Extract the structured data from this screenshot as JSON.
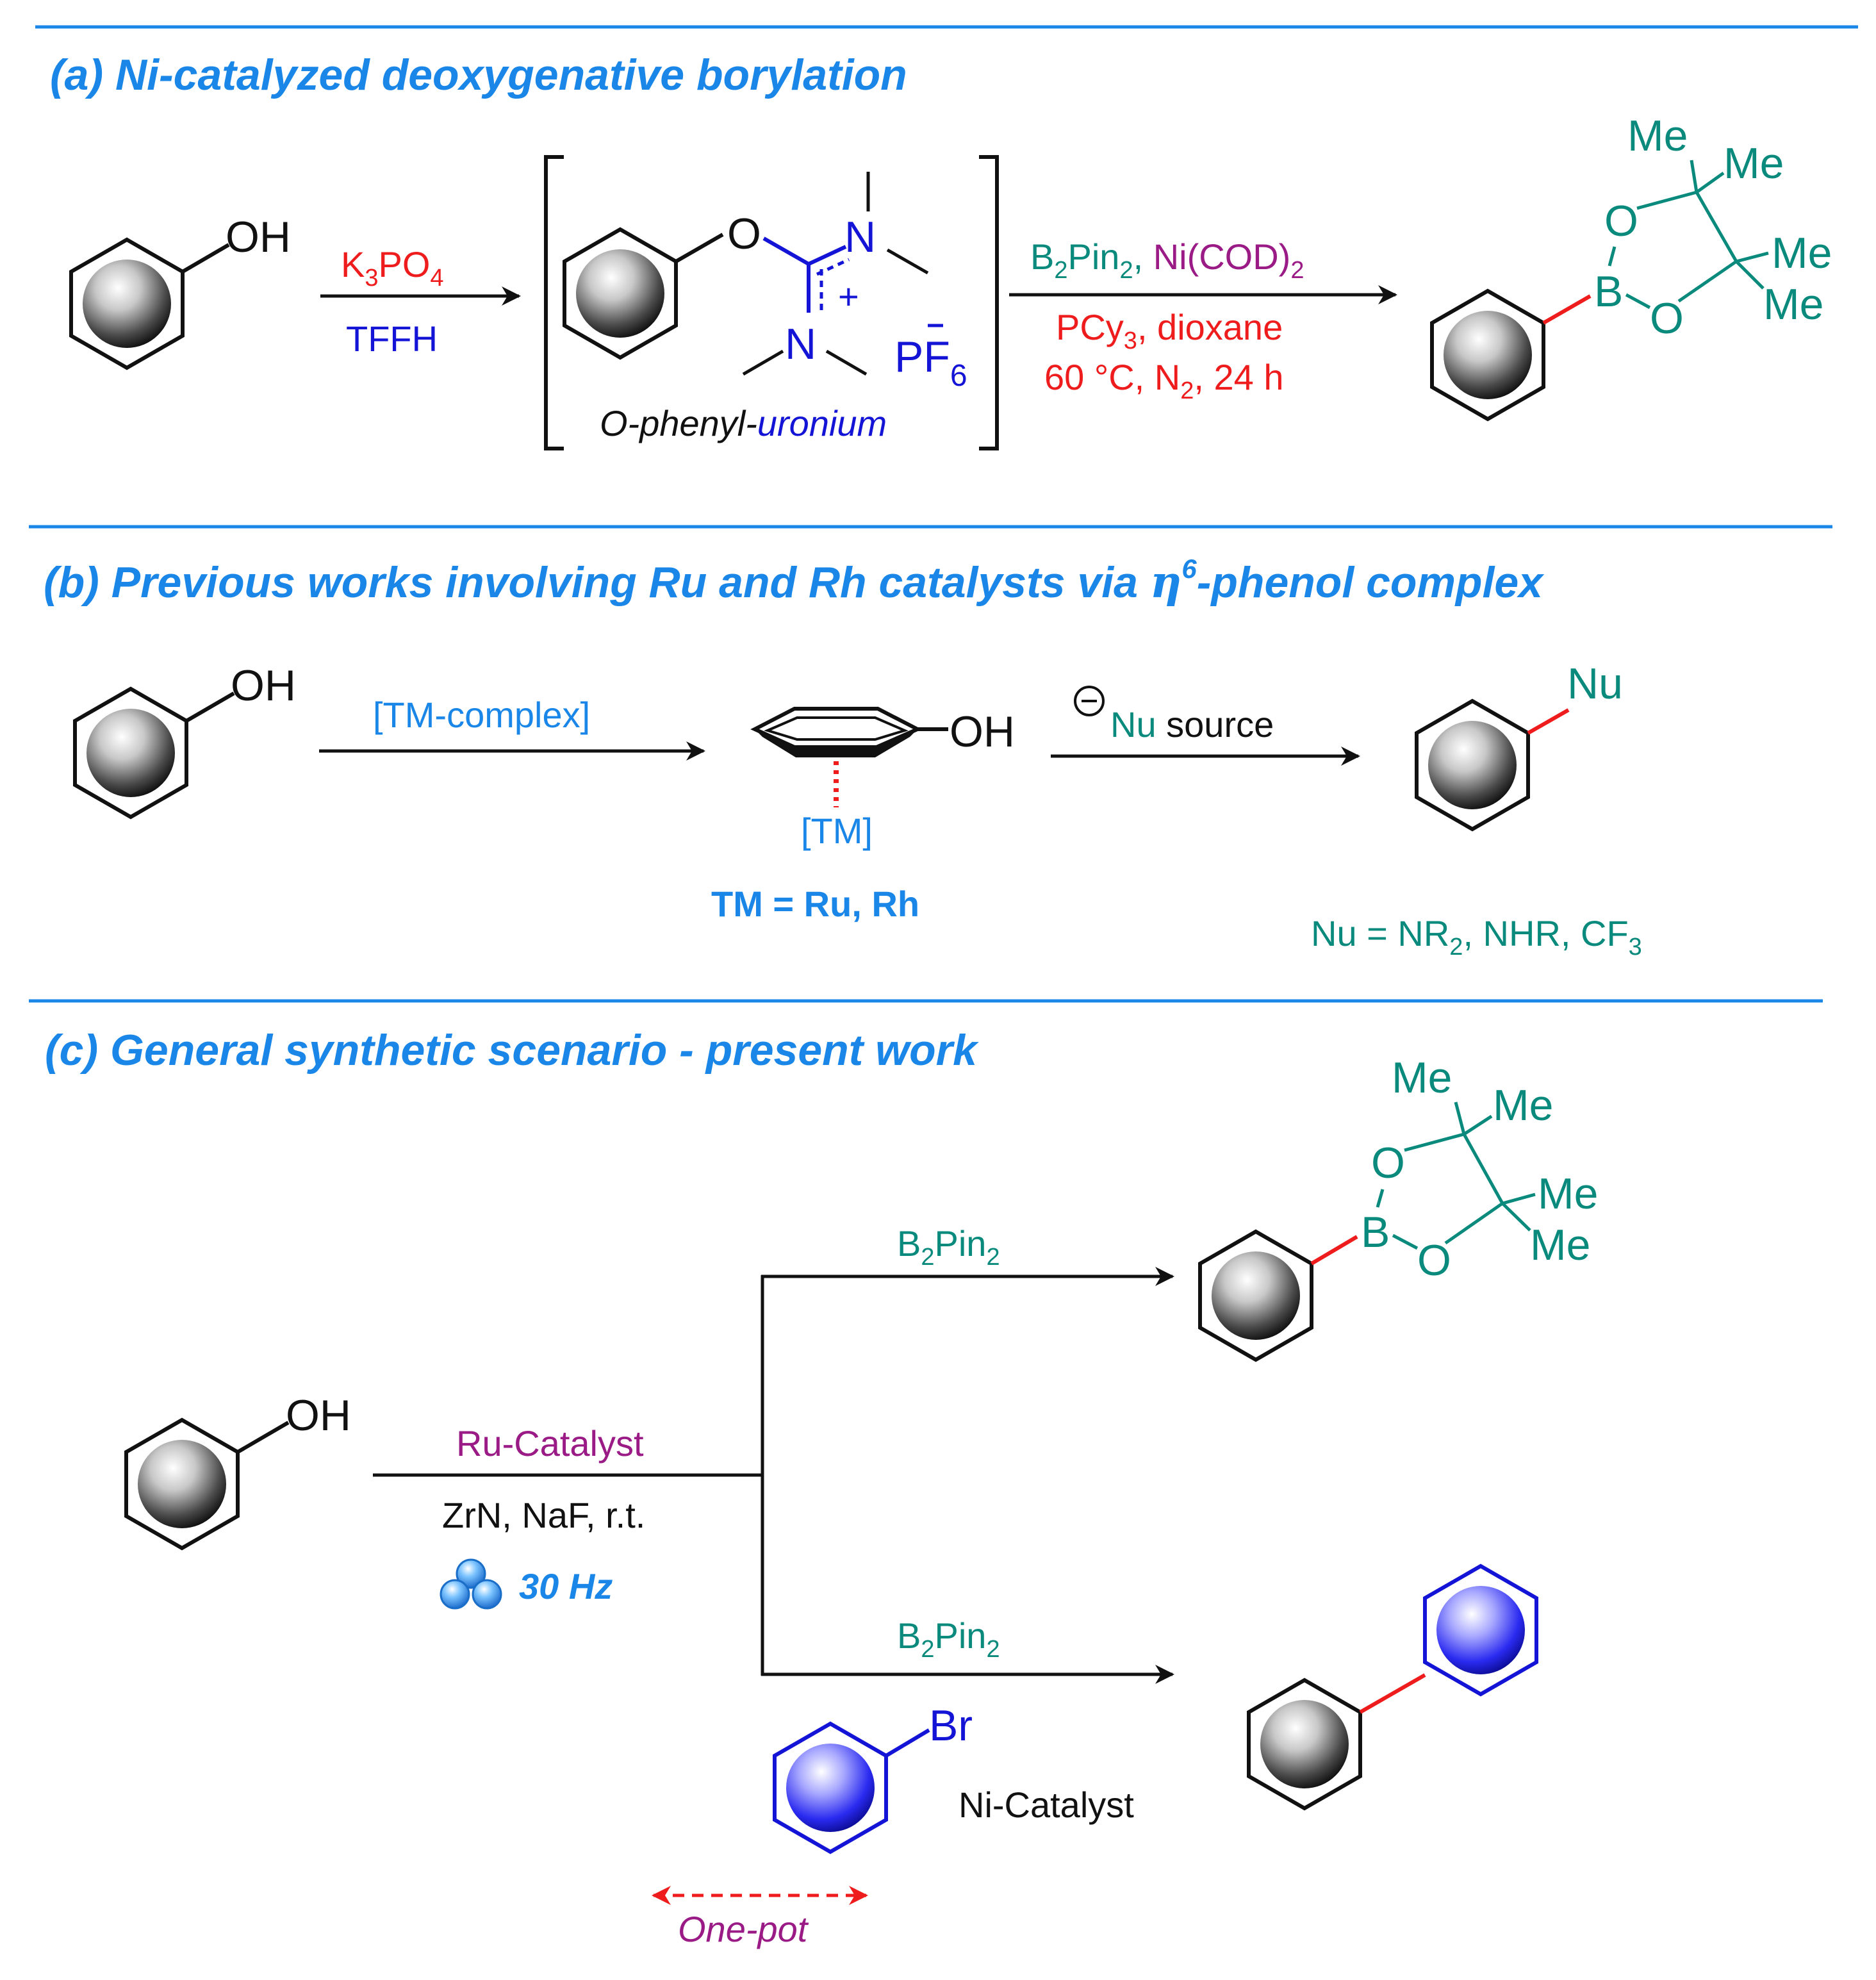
{
  "colors": {
    "header": "#1a87e8",
    "divider": "#1a87e8",
    "teal": "#0a8a7c",
    "red": "#ee1c1c",
    "blue": "#1414d6",
    "purple": "#9a1a86",
    "black": "#111111"
  },
  "section_a": {
    "heading": "(a) Ni-catalyzed deoxygenative borylation",
    "oh": "OH",
    "step1_reagent": "K3PO4",
    "step1_solvent": "TFFH",
    "int_o": "O",
    "int_n": "N",
    "int_plus": "+",
    "counterion": "PF6",
    "intermediate_prefix": "O-phenyl-",
    "intermediate_suffix": "uronium",
    "step2_reagents_a": "B2Pin2,",
    "step2_reagents_b": "Ni(COD)2",
    "step2_cond1": "PCy3, dioxane",
    "step2_cond2": "60 °C, N2, 24 h",
    "bpin": {
      "o": "O",
      "b": "B",
      "me": "Me"
    }
  },
  "section_b": {
    "heading": "(b) Previous works involving Ru and Rh catalysts via η6-phenol complex",
    "oh": "OH",
    "reagent": "[TM-complex]",
    "tm": "[TM]",
    "tm_def": "TM = Ru, Rh",
    "nu_source": "Nu source",
    "nu": "Nu",
    "nu_def": "Nu = NR2, NHR, CF3"
  },
  "section_c": {
    "heading": "(c) General synthetic scenario - present work",
    "oh": "OH",
    "catalyst": "Ru-Catalyst",
    "conditions": "ZrN, NaF,  r.t.",
    "frequency": "30 Hz",
    "upper_reagent": "B2Pin2",
    "lower_reagent": "B2Pin2",
    "br": "Br",
    "ni_catalyst": "Ni-Catalyst",
    "one_pot": "One-pot",
    "bpin": {
      "o": "O",
      "b": "B",
      "me": "Me"
    }
  }
}
